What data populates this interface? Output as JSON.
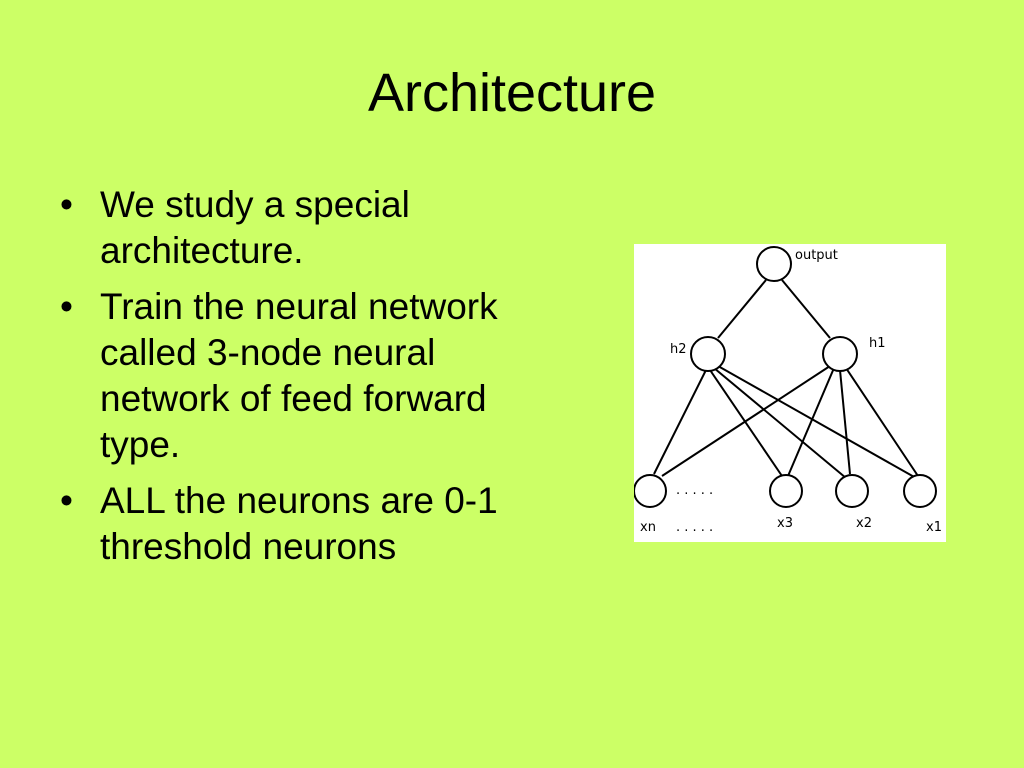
{
  "title": "Architecture",
  "bullets": [
    {
      "lines": [
        "We study a special",
        "architecture."
      ]
    },
    {
      "lines": [
        "Train the neural network",
        "called 3-node neural",
        "network of feed forward",
        "type."
      ]
    },
    {
      "lines": [
        "ALL the neurons are 0-1",
        "threshold neurons"
      ]
    }
  ],
  "bullet_glyph": "•",
  "diagram": {
    "labels": {
      "output": "output",
      "h2": "h2",
      "h1": "h1",
      "xn": "xn",
      "x3": "x3",
      "x2": "x2",
      "x1": "x1",
      "dots_top": ". . . . .",
      "dots_bottom": ". . . . ."
    }
  }
}
